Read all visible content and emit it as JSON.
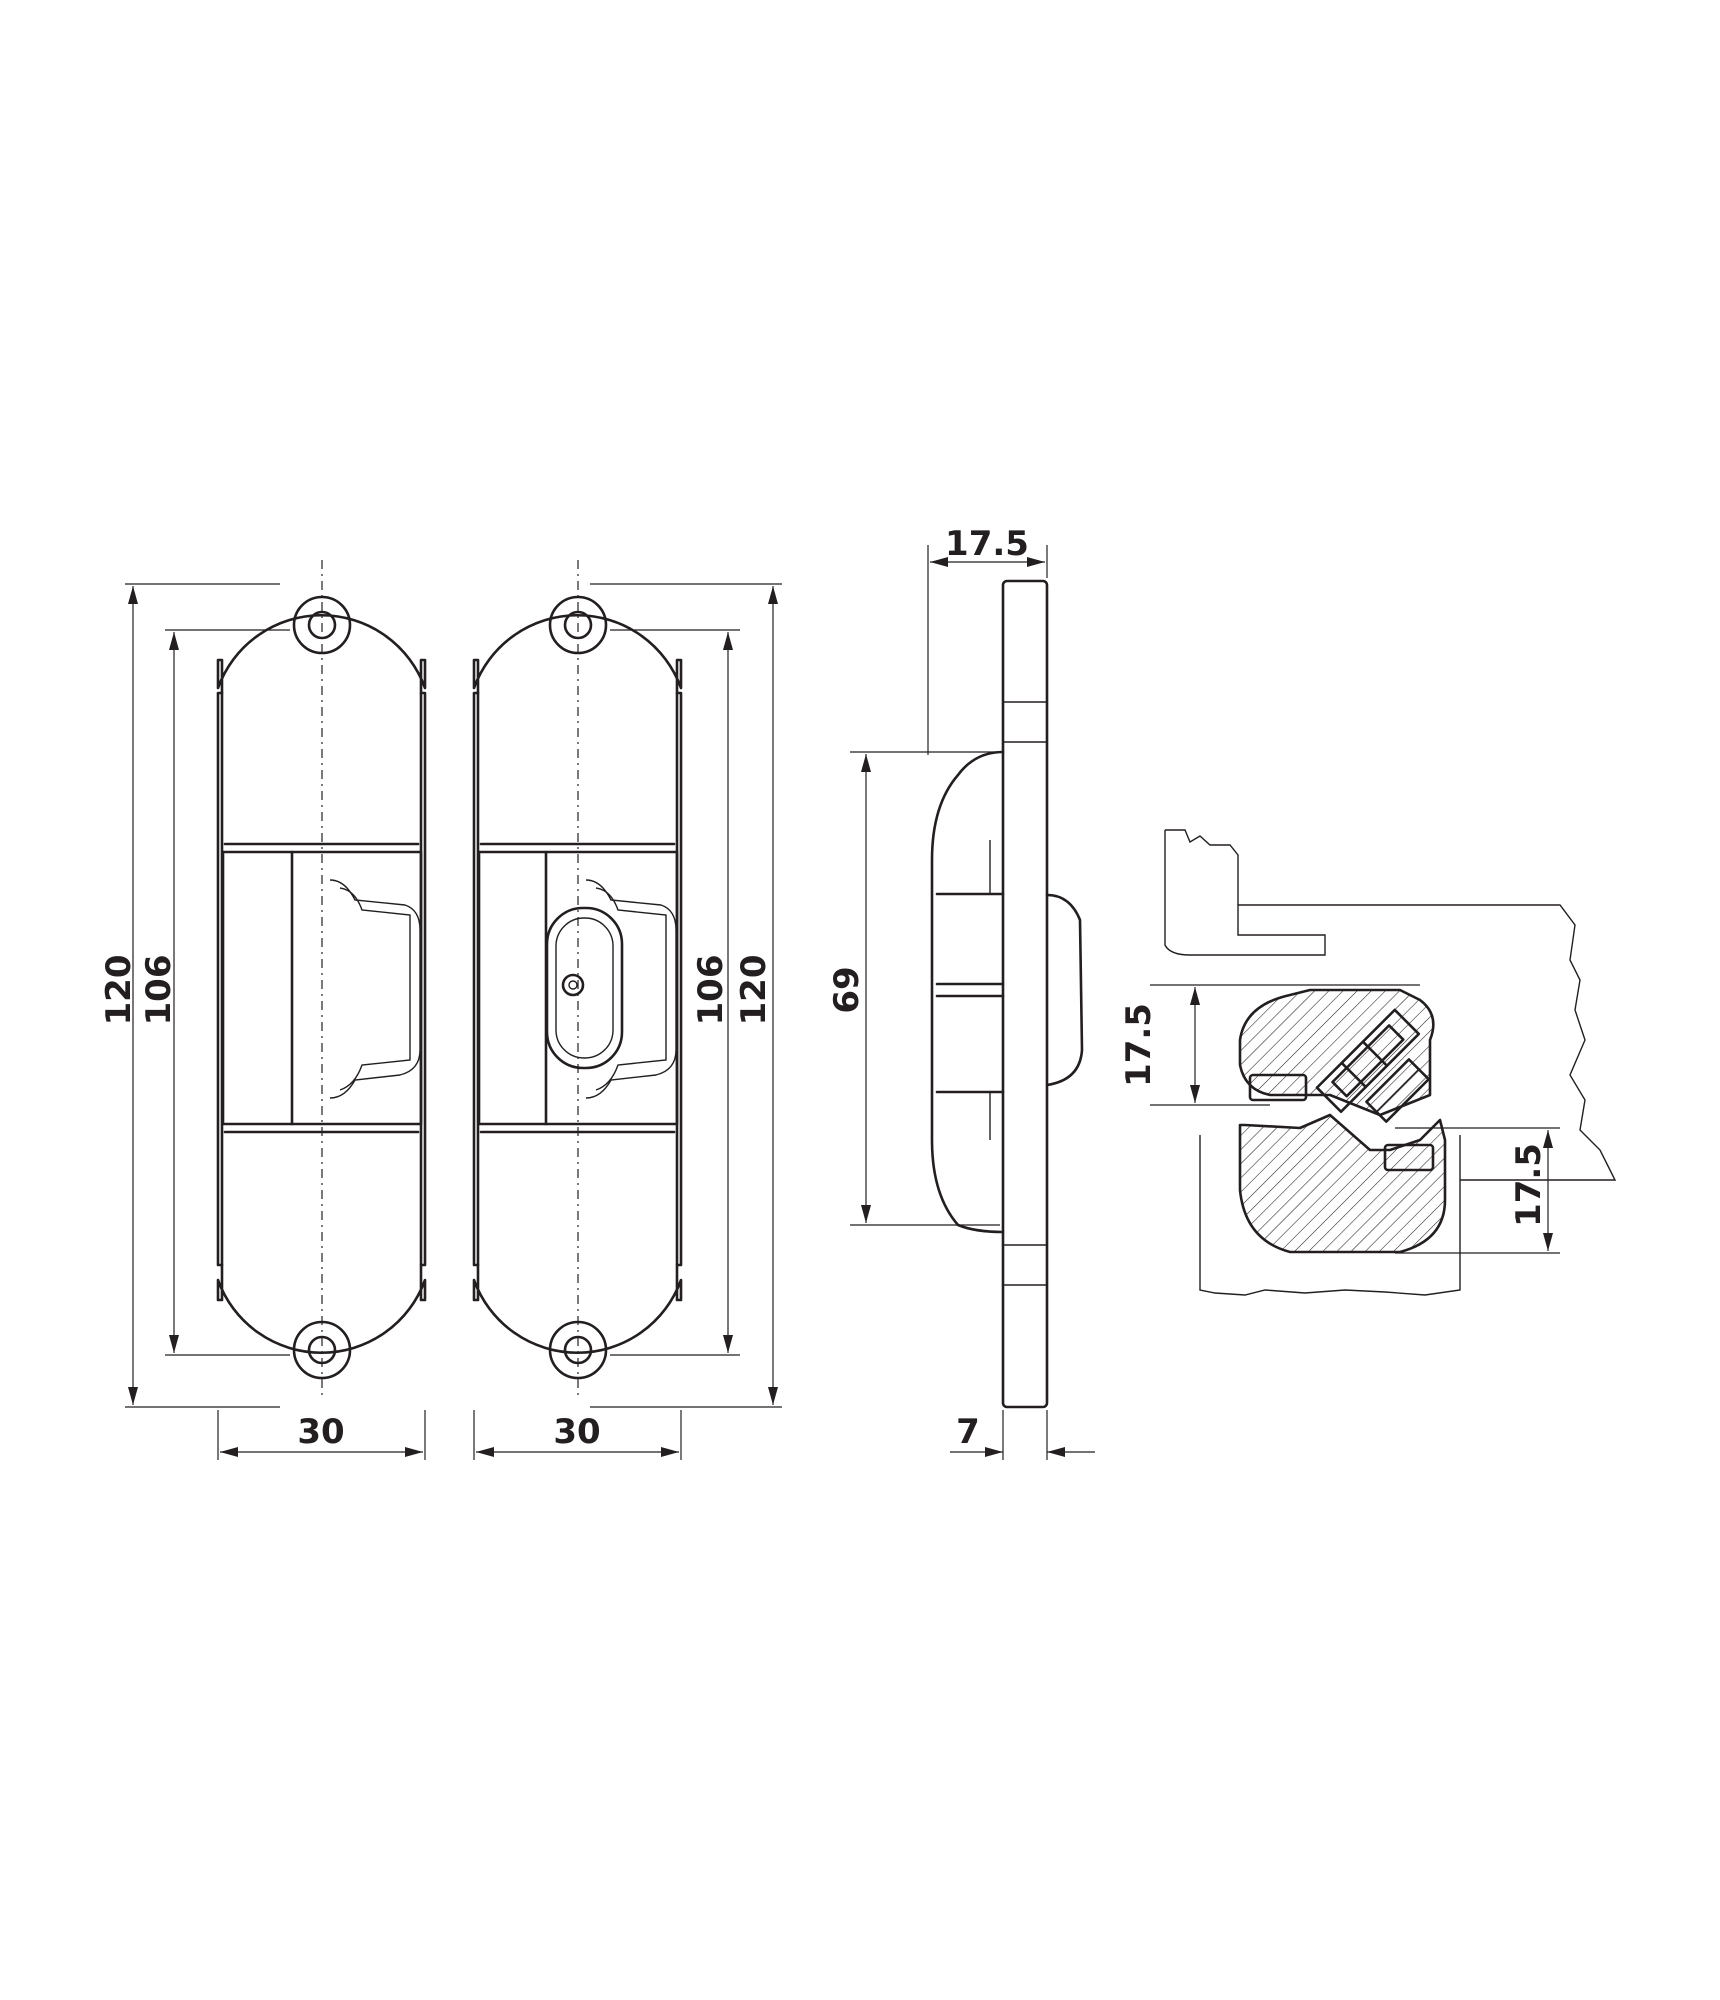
{
  "dimensions": {
    "front_total_height": "120",
    "front_hole_spacing": "106",
    "front_width": "30",
    "back_hole_spacing": "106",
    "back_total_height": "120",
    "back_width": "30",
    "side_depth": "17.5",
    "side_body_height": "69",
    "side_plate_thickness": "7",
    "section_offset_top": "17.5",
    "section_offset_bottom": "17.5"
  }
}
